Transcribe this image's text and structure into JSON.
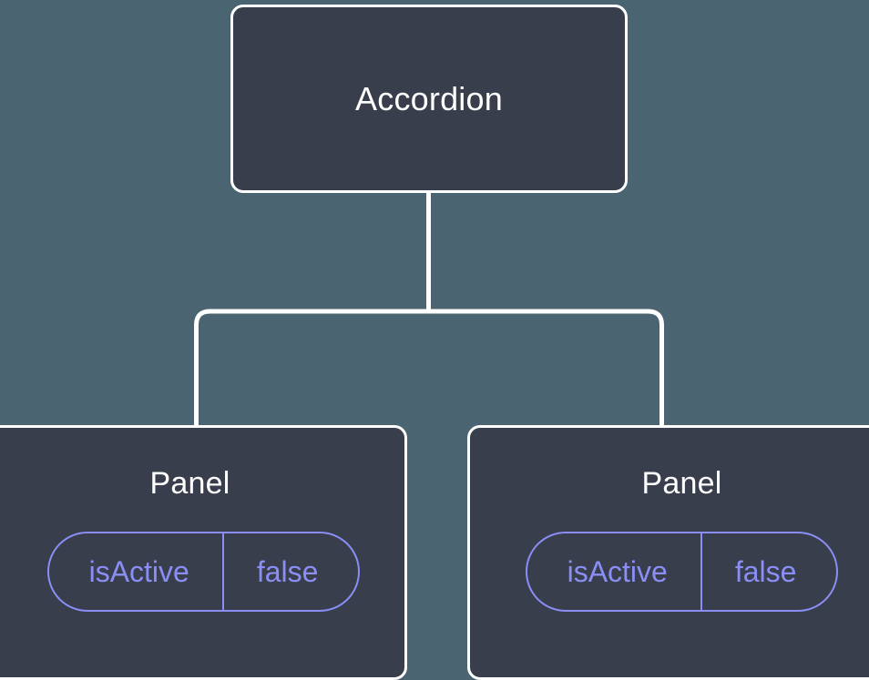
{
  "diagram": {
    "type": "component-tree",
    "background_color": "#4a6571",
    "node_fill_color": "#383e4c",
    "node_border_color": "#ffffff",
    "edge_color": "#ffffff",
    "accent_color": "#8a8ef5",
    "root": {
      "label": "Accordion"
    },
    "children": [
      {
        "label": "Panel",
        "props": [
          {
            "key": "isActive",
            "value": "false"
          }
        ]
      },
      {
        "label": "Panel",
        "props": [
          {
            "key": "isActive",
            "value": "false"
          }
        ]
      }
    ]
  }
}
